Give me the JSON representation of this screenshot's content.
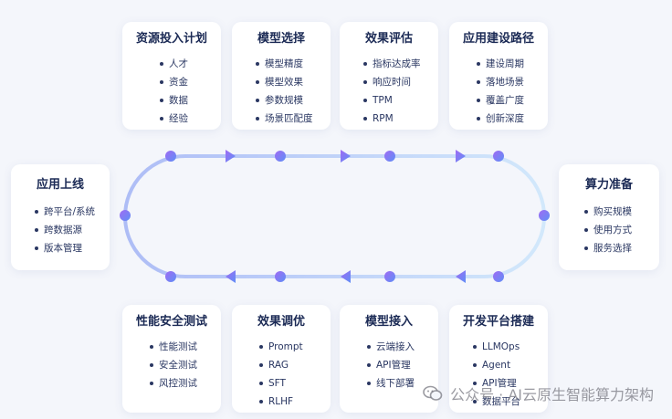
{
  "top_cards": [
    {
      "title": "资源投入计划",
      "items": [
        "人才",
        "资金",
        "数据",
        "经验"
      ]
    },
    {
      "title": "模型选择",
      "items": [
        "模型精度",
        "模型效果",
        "参数规模",
        "场景匹配度"
      ]
    },
    {
      "title": "效果评估",
      "items": [
        "指标达成率",
        "响应时间",
        "TPM",
        "RPM"
      ]
    },
    {
      "title": "应用建设路径",
      "items": [
        "建设周期",
        "落地场景",
        "覆盖广度",
        "创新深度"
      ]
    }
  ],
  "left_card": {
    "title": "应用上线",
    "items": [
      "跨平台/系统",
      "跨数据源",
      "版本管理"
    ]
  },
  "right_card": {
    "title": "算力准备",
    "items": [
      "购买规模",
      "使用方式",
      "服务选择"
    ]
  },
  "bottom_cards": [
    {
      "title": "性能安全测试",
      "items": [
        "性能测试",
        "安全测试",
        "风控测试"
      ]
    },
    {
      "title": "效果调优",
      "items": [
        "Prompt",
        "RAG",
        "SFT",
        "RLHF"
      ]
    },
    {
      "title": "模型接入",
      "items": [
        "云端接入",
        "API管理",
        "线下部署"
      ]
    },
    {
      "title": "开发平台搭建",
      "items": [
        "LLMOps",
        "Agent",
        "API管理",
        "数据平台"
      ]
    }
  ],
  "colors": {
    "loop_left": "#a9b8f5",
    "loop_right": "#c6e2fb",
    "node_start": "#8b6ff5",
    "node_end": "#6f9cf7"
  },
  "watermark": {
    "text": "公众号 · AI云原生智能算力架构",
    "icon": "wechat-icon"
  }
}
